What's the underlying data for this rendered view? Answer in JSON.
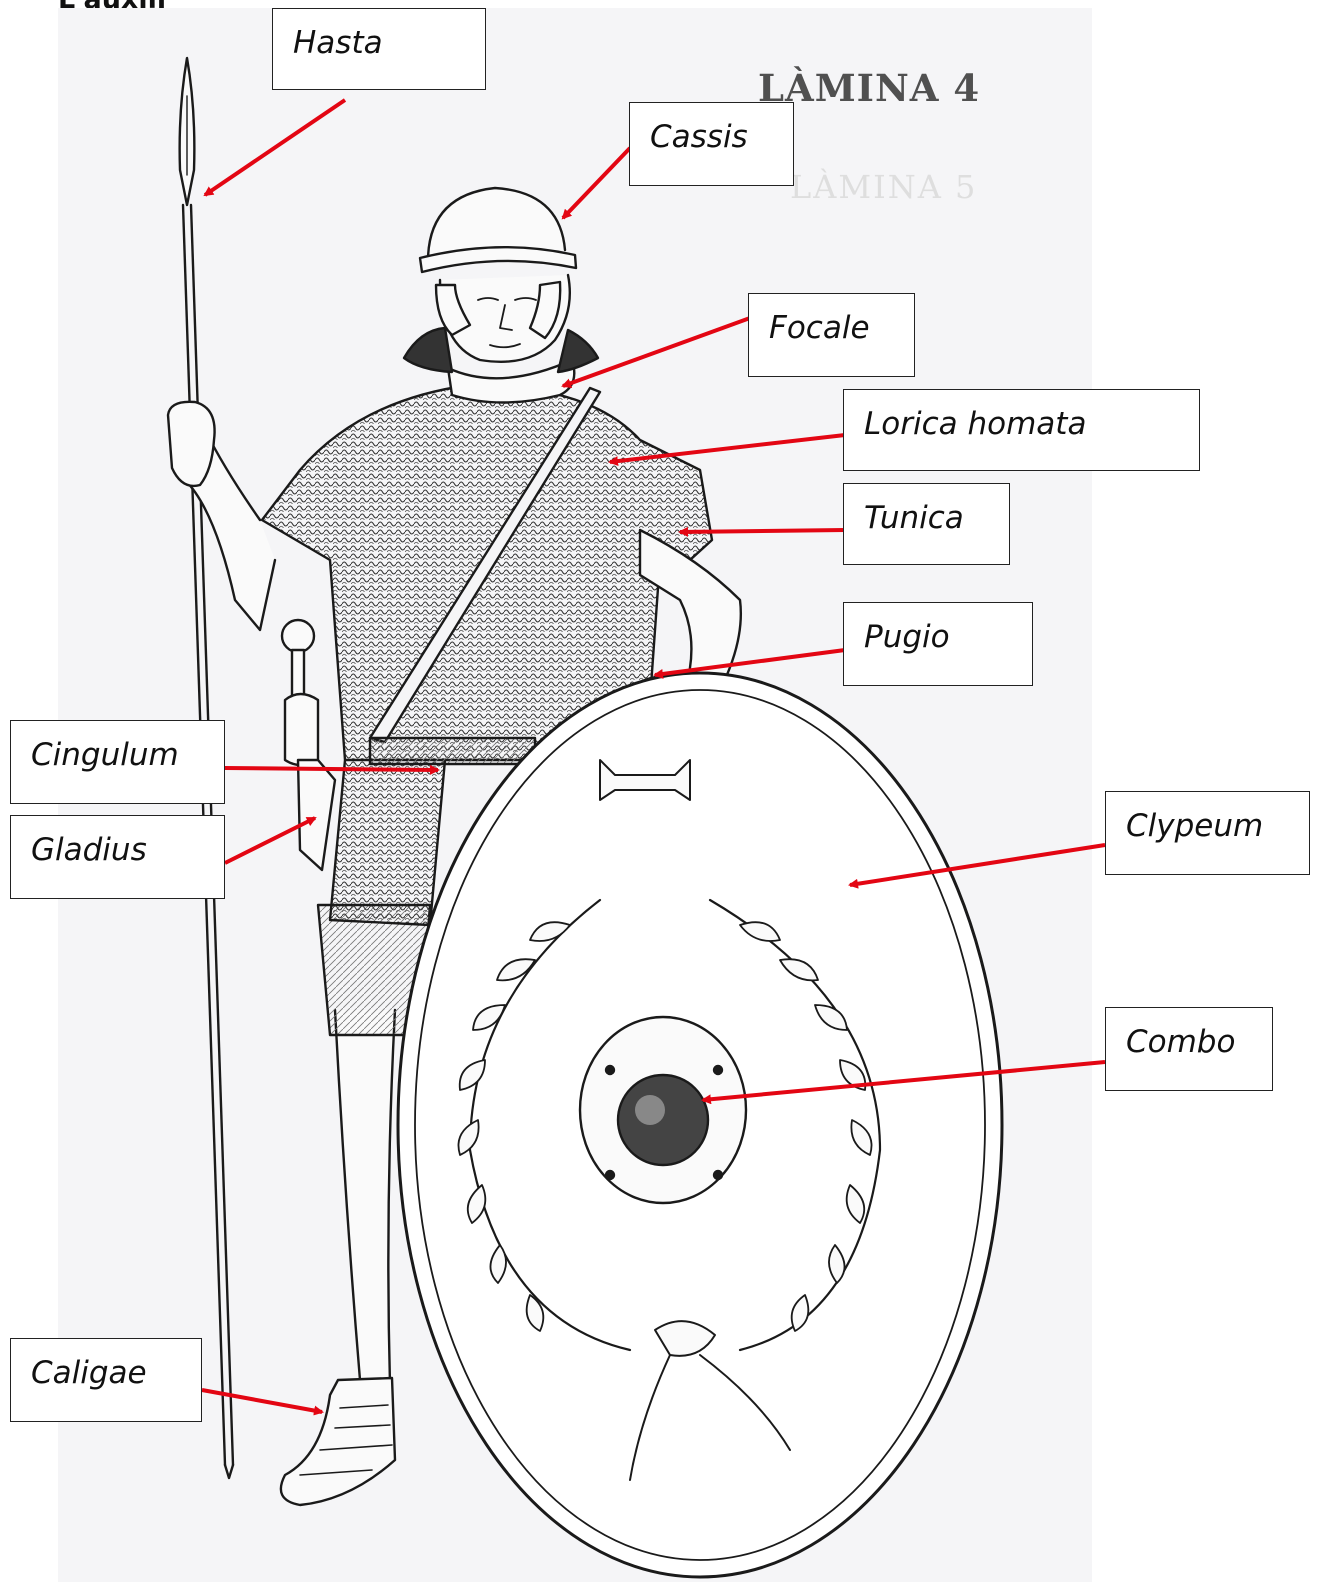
{
  "header": {
    "text": "L'auxili"
  },
  "plate": {
    "title": "LÀMINA 4"
  },
  "labels": {
    "hasta": "Hasta",
    "cassis": "Cassis",
    "focale": "Focale",
    "lorica": "Lorica homata",
    "tunica": "Tunica",
    "pugio": "Pugio",
    "cingulum": "Cingulum",
    "gladius": "Gladius",
    "clypeum": "Clypeum",
    "combo": "Combo",
    "caligae": "Caligae"
  },
  "colors": {
    "arrow": "#e30613",
    "ink": "#1a1a1a",
    "paper": "#f5f5f7"
  }
}
